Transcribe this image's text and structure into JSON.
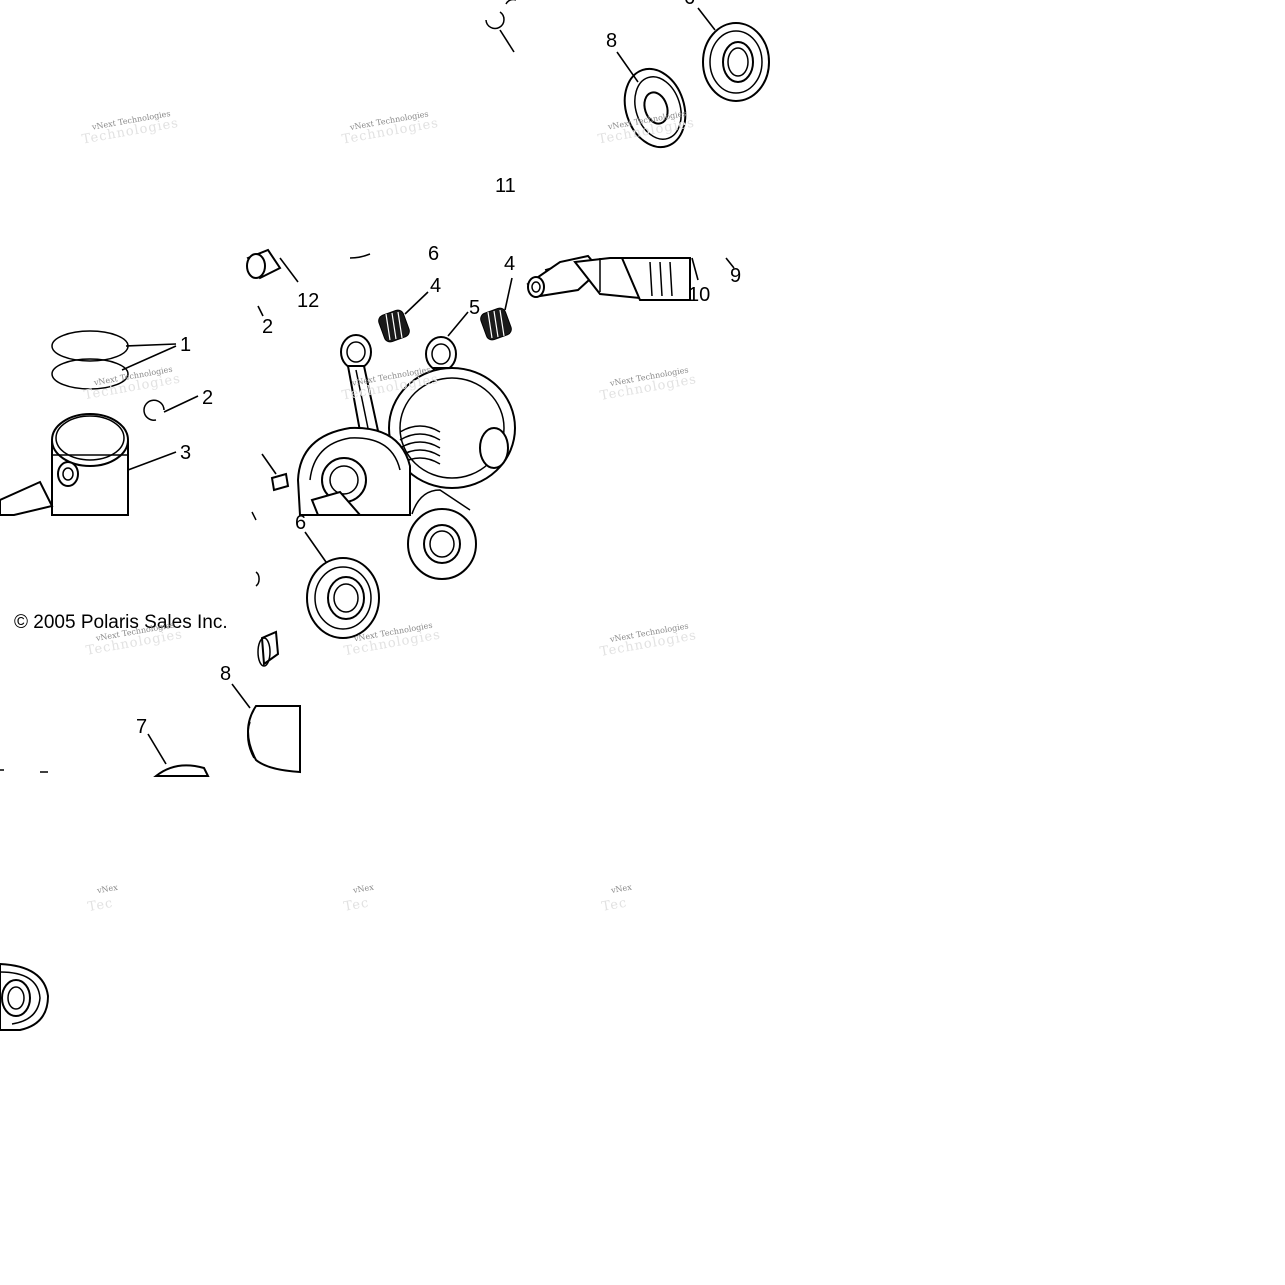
{
  "diagram": {
    "copyright": "© 2005 Polaris Sales Inc.",
    "callouts": [
      "1",
      "2",
      "3",
      "4",
      "4",
      "5",
      "6",
      "6",
      "7",
      "8",
      "8",
      "9",
      "10",
      "11",
      "12",
      "2",
      "6"
    ],
    "watermark": {
      "line1": "vNext Technologies",
      "line2": "Technologies",
      "line1_partial": "vNex",
      "line2_partial": "Tec"
    }
  }
}
